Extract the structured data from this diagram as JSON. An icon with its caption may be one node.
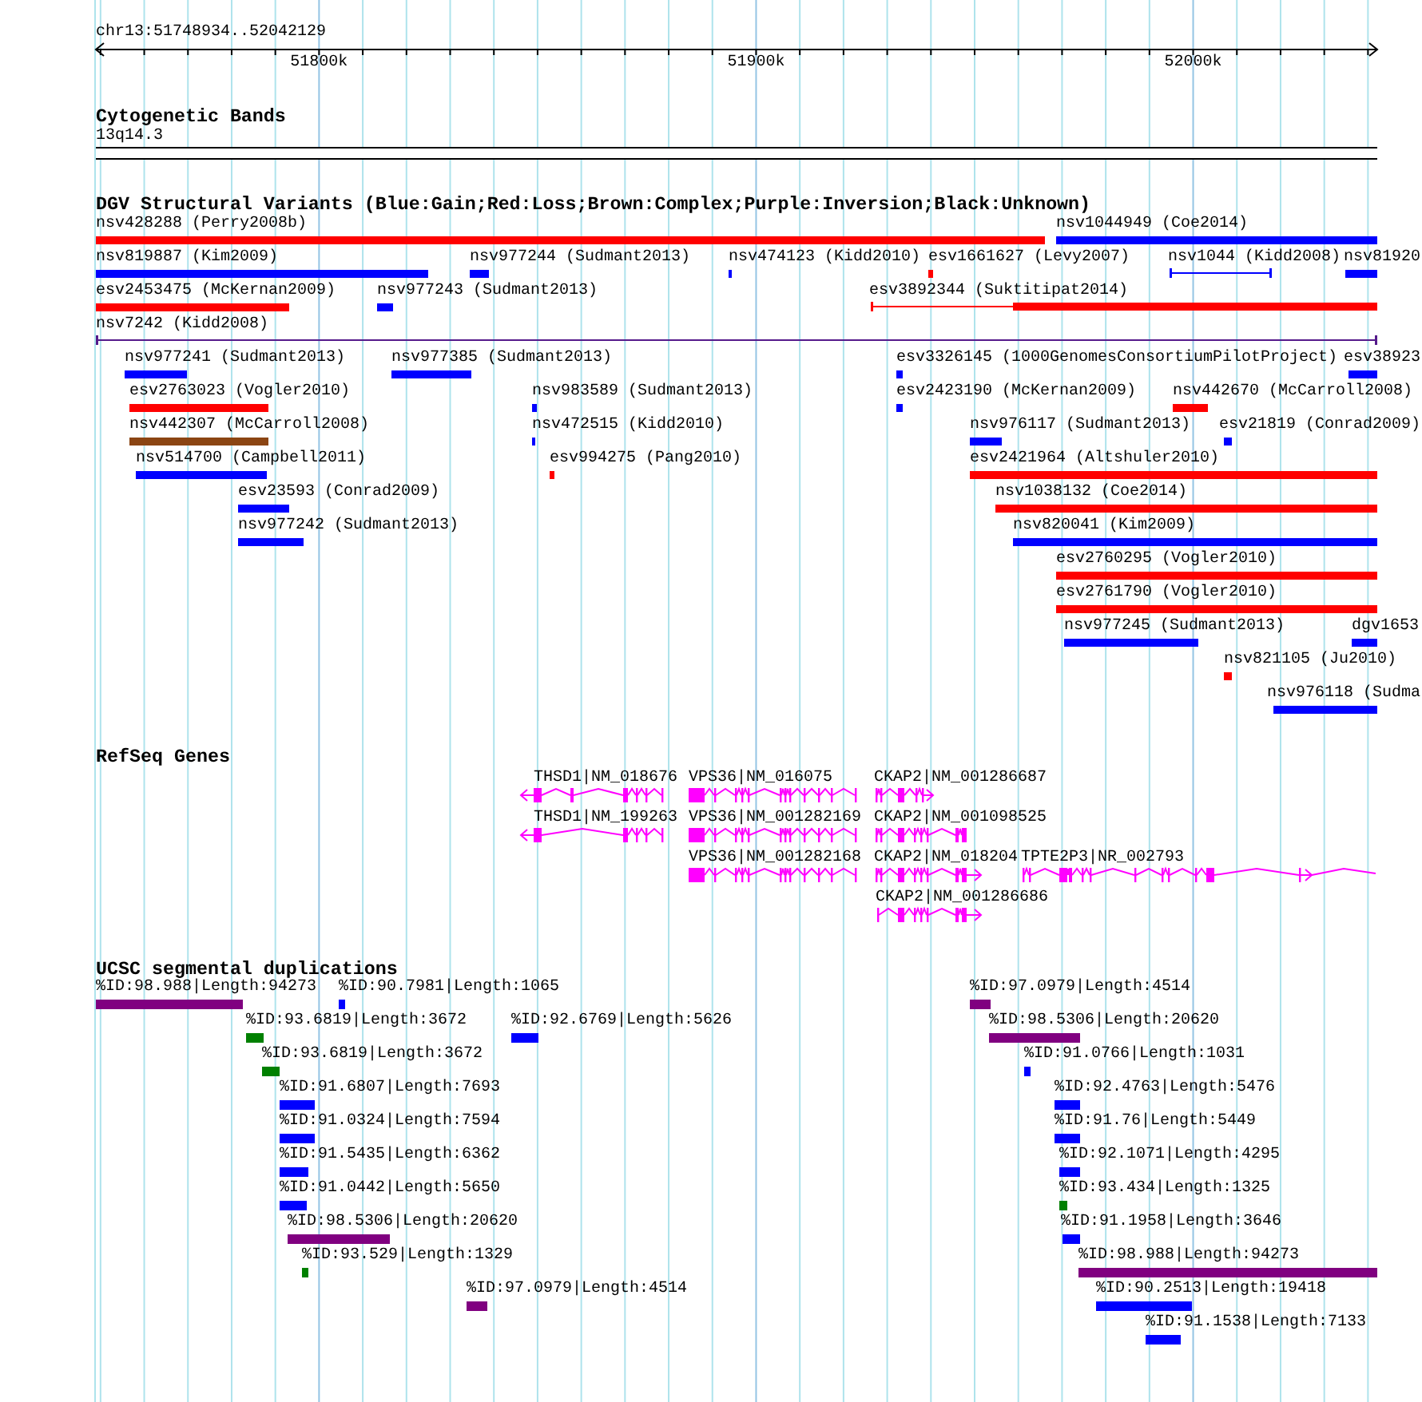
{
  "diagram": {
    "nodes": [
      {
        "text": [
          "13q14.3"
        ]
      },
      {
        "text": [
          "nsv428288 (Perry2008b)"
        ]
      },
      {
        "text": [
          "nsv1044949 (Coe2014)"
        ]
      },
      {
        "text": [
          "nsv819887 (Kim2009)"
        ]
      },
      {
        "text": [
          "nsv977244 (Sudmant2013)"
        ]
      },
      {
        "text": [
          "nsv474123 (Kidd2010)"
        ]
      },
      {
        "text": [
          "esv1661627 (Levy2007)"
        ]
      },
      {
        "text": [
          "nsv1044 (Kidd2008)"
        ]
      },
      {
        "text": [
          "nsv81920"
        ]
      },
      {
        "text": [
          "esv2453475 (McKernan2009)"
        ]
      },
      {
        "text": [
          "nsv977243 (Sudmant2013)"
        ]
      },
      {
        "text": [
          "esv3892344 (Suktitipat2014)"
        ]
      },
      {
        "text": [
          "nsv7242 (Kidd2008)"
        ]
      },
      {
        "text": [
          "nsv977241 (Sudmant2013)"
        ]
      },
      {
        "text": [
          "nsv977385 (Sudmant2013)"
        ]
      },
      {
        "text": [
          "esv3326145 (1000GenomesConsortiumPilotProject)"
        ]
      },
      {
        "text": [
          "esv38923"
        ]
      },
      {
        "text": [
          "esv2763023 (Vogler2010)"
        ]
      },
      {
        "text": [
          "nsv983589 (Sudmant2013)"
        ]
      },
      {
        "text": [
          "esv2423190 (McKernan2009)"
        ]
      },
      {
        "text": [
          "nsv442670 (McCarroll2008)"
        ]
      },
      {
        "text": [
          "nsv442307 (McCarroll2008)"
        ]
      },
      {
        "text": [
          "nsv472515 (Kidd2010)"
        ]
      },
      {
        "text": [
          "nsv976117 (Sudmant2013)"
        ]
      },
      {
        "text": [
          "esv21819 (Conrad2009)"
        ]
      },
      {
        "text": [
          "nsv514700 (Campbell2011)"
        ]
      },
      {
        "text": [
          "esv994275 (Pang2010)"
        ]
      },
      {
        "text": [
          "esv2421964 (Altshuler2010)"
        ]
      },
      {
        "text": [
          "esv23593 (Conrad2009)"
        ]
      },
      {
        "text": [
          "nsv1038132 (Coe2014)"
        ]
      },
      {
        "text": [
          "nsv977242 (Sudmant2013)"
        ]
      },
      {
        "text": [
          "nsv820041 (Kim2009)"
        ]
      },
      {
        "text": [
          "esv2760295 (Vogler2010)"
        ]
      },
      {
        "text": [
          "esv2761790 (Vogler2010)"
        ]
      },
      {
        "text": [
          "nsv977245 (Sudmant2013)"
        ]
      },
      {
        "text": [
          "dgv1653"
        ]
      },
      {
        "text": [
          "nsv821105 (Ju2010)"
        ]
      },
      {
        "text": [
          "nsv976118 (Sudma"
        ]
      },
      {
        "text": [
          "THSD1|NM_018676"
        ]
      },
      {
        "text": [
          "VPS36|NM_016075"
        ]
      },
      {
        "text": [
          "CKAP2|NM_001286687"
        ]
      },
      {
        "text": [
          "THSD1|NM_199263"
        ]
      },
      {
        "text": [
          "VPS36|NM_001282169"
        ]
      },
      {
        "text": [
          "CKAP2|NM_001098525"
        ]
      },
      {
        "text": [
          "VPS36|NM_001282168"
        ]
      },
      {
        "text": [
          "CKAP2|NM_018204"
        ]
      },
      {
        "text": [
          "TPTE2P3|NR_002793"
        ]
      },
      {
        "text": [
          "CKAP2|NM_001286686"
        ]
      },
      {
        "text": [
          "%ID:98.988|Length:94273"
        ]
      },
      {
        "text": [
          "%ID:90.7981|Length:1065"
        ]
      },
      {
        "text": [
          "%ID:97.0979|Length:4514"
        ]
      },
      {
        "text": [
          "%ID:93.6819|Length:3672"
        ]
      },
      {
        "text": [
          "%ID:92.6769|Length:5626"
        ]
      },
      {
        "text": [
          "%ID:98.5306|Length:20620"
        ]
      },
      {
        "text": [
          "%ID:93.6819|Length:3672"
        ]
      },
      {
        "text": [
          "%ID:91.0766|Length:1031"
        ]
      },
      {
        "text": [
          "%ID:91.6807|Length:7693"
        ]
      },
      {
        "text": [
          "%ID:92.4763|Length:5476"
        ]
      },
      {
        "text": [
          "%ID:91.0324|Length:7594"
        ]
      },
      {
        "text": [
          "%ID:91.76|Length:5449"
        ]
      },
      {
        "text": [
          "%ID:91.5435|Length:6362"
        ]
      },
      {
        "text": [
          "%ID:92.1071|Length:4295"
        ]
      },
      {
        "text": [
          "%ID:91.0442|Length:5650"
        ]
      },
      {
        "text": [
          "%ID:93.434|Length:1325"
        ]
      },
      {
        "text": [
          "%ID:98.5306|Length:20620"
        ]
      },
      {
        "text": [
          "%ID:91.1958|Length:3646"
        ]
      },
      {
        "text": [
          "%ID:93.529|Length:1329"
        ]
      },
      {
        "text": [
          "%ID:98.988|Length:94273"
        ]
      },
      {
        "text": [
          "%ID:97.0979|Length:4514"
        ]
      },
      {
        "text": [
          "%ID:90.2513|Length:19418"
        ]
      },
      {
        "text": [
          "%ID:91.1538|Length:7133"
        ]
      }
    ],
    "labels": [
      "chr13:51748934..52042129",
      "51800k",
      "51900k",
      "52000k",
      "Cytogenetic Bands",
      "DGV Structural Variants (Blue:Gain;Red:Loss;Brown:Complex;Purple:Inversion;Black:Unknown)",
      "RefSeq Genes",
      "UCSC segmental duplications"
    ]
  }
}
